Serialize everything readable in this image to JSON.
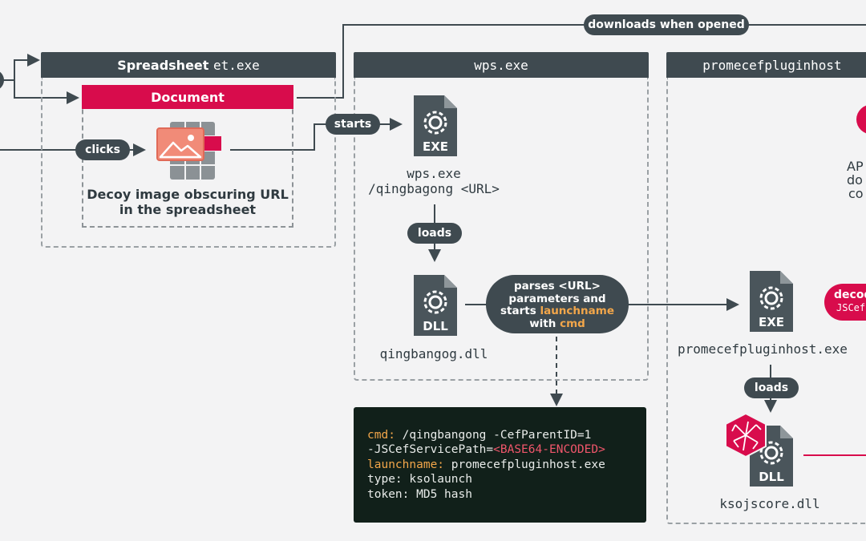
{
  "panels": {
    "spreadsheet": {
      "title_prefix": "Spreadsheet",
      "title_mono": "et.exe"
    },
    "wps": {
      "title": "wps.exe"
    },
    "promecef": {
      "title": "promecefpluginhost"
    }
  },
  "document": {
    "header": "Document",
    "caption_line1": "Decoy image obscuring URL",
    "caption_line2": "in the spreadsheet"
  },
  "edges": {
    "downloads": "downloads when opened",
    "starts": "starts",
    "clicks": "clicks",
    "loads_wps": "loads",
    "loads_prome": "loads",
    "parses_line1": "parses <URL>",
    "parses_line2": "parameters and",
    "parses_line3_prefix": "starts ",
    "parses_line3_hl": "launchname",
    "parses_line4_prefix": "with ",
    "parses_line4_hl": "cmd"
  },
  "files": {
    "wps_exe_badge": "EXE",
    "wps_exe_line1": "wps.exe",
    "wps_exe_line2": "/qingbagong <URL>",
    "dll_badge": "DLL",
    "dll_label": "qingbangog.dll",
    "prome_exe_badge": "EXE",
    "prome_exe_label": "promecefpluginhost.exe",
    "ksoj_badge": "DLL",
    "ksoj_label": "ksojscore.dll"
  },
  "partial": {
    "ap1": "AP",
    "ap2": "do",
    "ap3": "co",
    "decod1": "decod",
    "decod2": "JSCef"
  },
  "code": {
    "l1_key": "cmd:",
    "l1_val": " /qingbangong -CefParentID=1",
    "l2_val": "-JSCefServicePath=",
    "l2_red": "<BASE64-ENCODED>",
    "l3_key": "launchname:",
    "l3_val": " promecefpluginhost.exe",
    "l4_val": "type: ksolaunch",
    "l5_val": "token: MD5 hash"
  },
  "colors": {
    "accent": "#d80c4c",
    "dark": "#3f4a50",
    "highlight": "#f2a64a",
    "code_bg": "#11201a"
  }
}
